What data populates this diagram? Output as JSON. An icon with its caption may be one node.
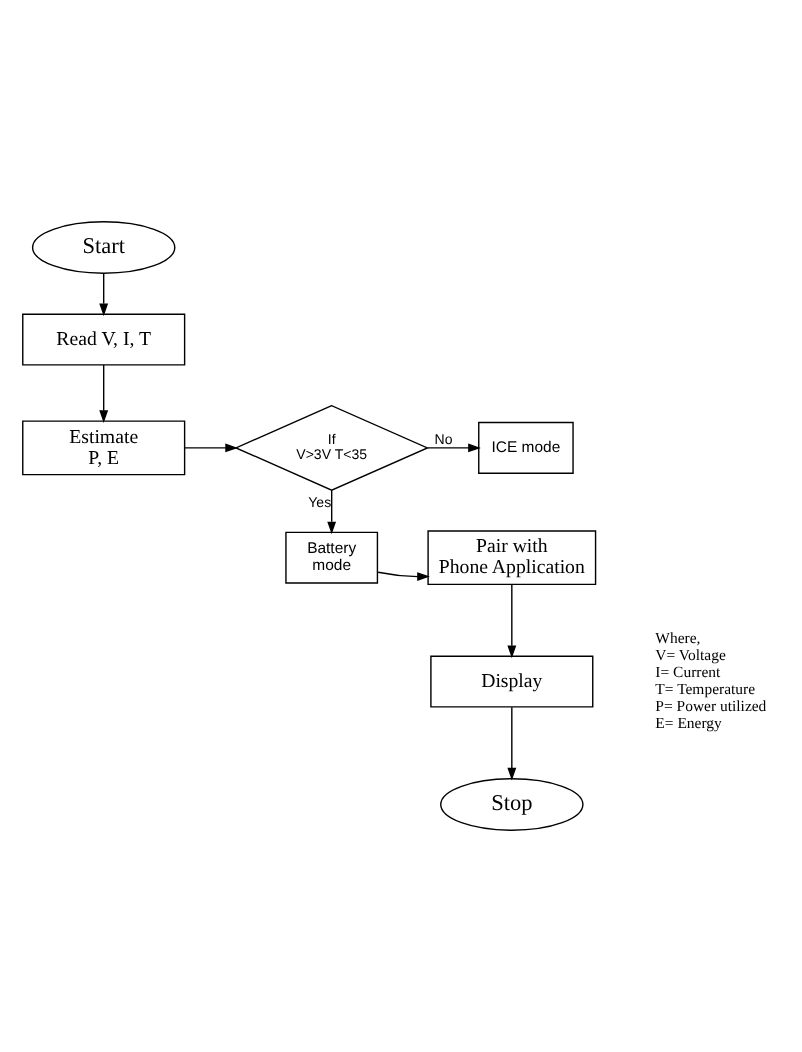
{
  "diagram": {
    "nodes": [
      {
        "text": [
          "Start"
        ]
      },
      {
        "text": [
          "Read V, I, T"
        ]
      },
      {
        "text": [
          "Estimate P, E"
        ]
      },
      {
        "text": [
          "If V>3V T<35"
        ]
      },
      {
        "text": [
          "ICE mode"
        ]
      },
      {
        "text": [
          "Battery mode"
        ]
      },
      {
        "text": [
          "Pair with Phone Application"
        ]
      },
      {
        "text": [
          "Display"
        ]
      },
      {
        "text": [
          "Stop"
        ]
      }
    ],
    "edges": [
      {
        "from": 0,
        "to": 1,
        "arrow": "to"
      },
      {
        "from": 1,
        "to": 2,
        "arrow": "to"
      },
      {
        "from": 2,
        "to": 3,
        "arrow": "to"
      },
      {
        "from": 3,
        "to": 4,
        "label": "No",
        "arrow": "to"
      },
      {
        "from": 3,
        "to": 5,
        "label": "Yes",
        "arrow": "to"
      },
      {
        "from": 5,
        "to": 6,
        "arrow": "to"
      },
      {
        "from": 6,
        "to": 7,
        "arrow": "to"
      },
      {
        "from": 7,
        "to": 8,
        "arrow": "to"
      }
    ],
    "labels": [
      "Where,",
      "V= Voltage",
      "I= Current",
      "T= Temperature",
      "P= Power utilized",
      "E= Energy"
    ]
  }
}
